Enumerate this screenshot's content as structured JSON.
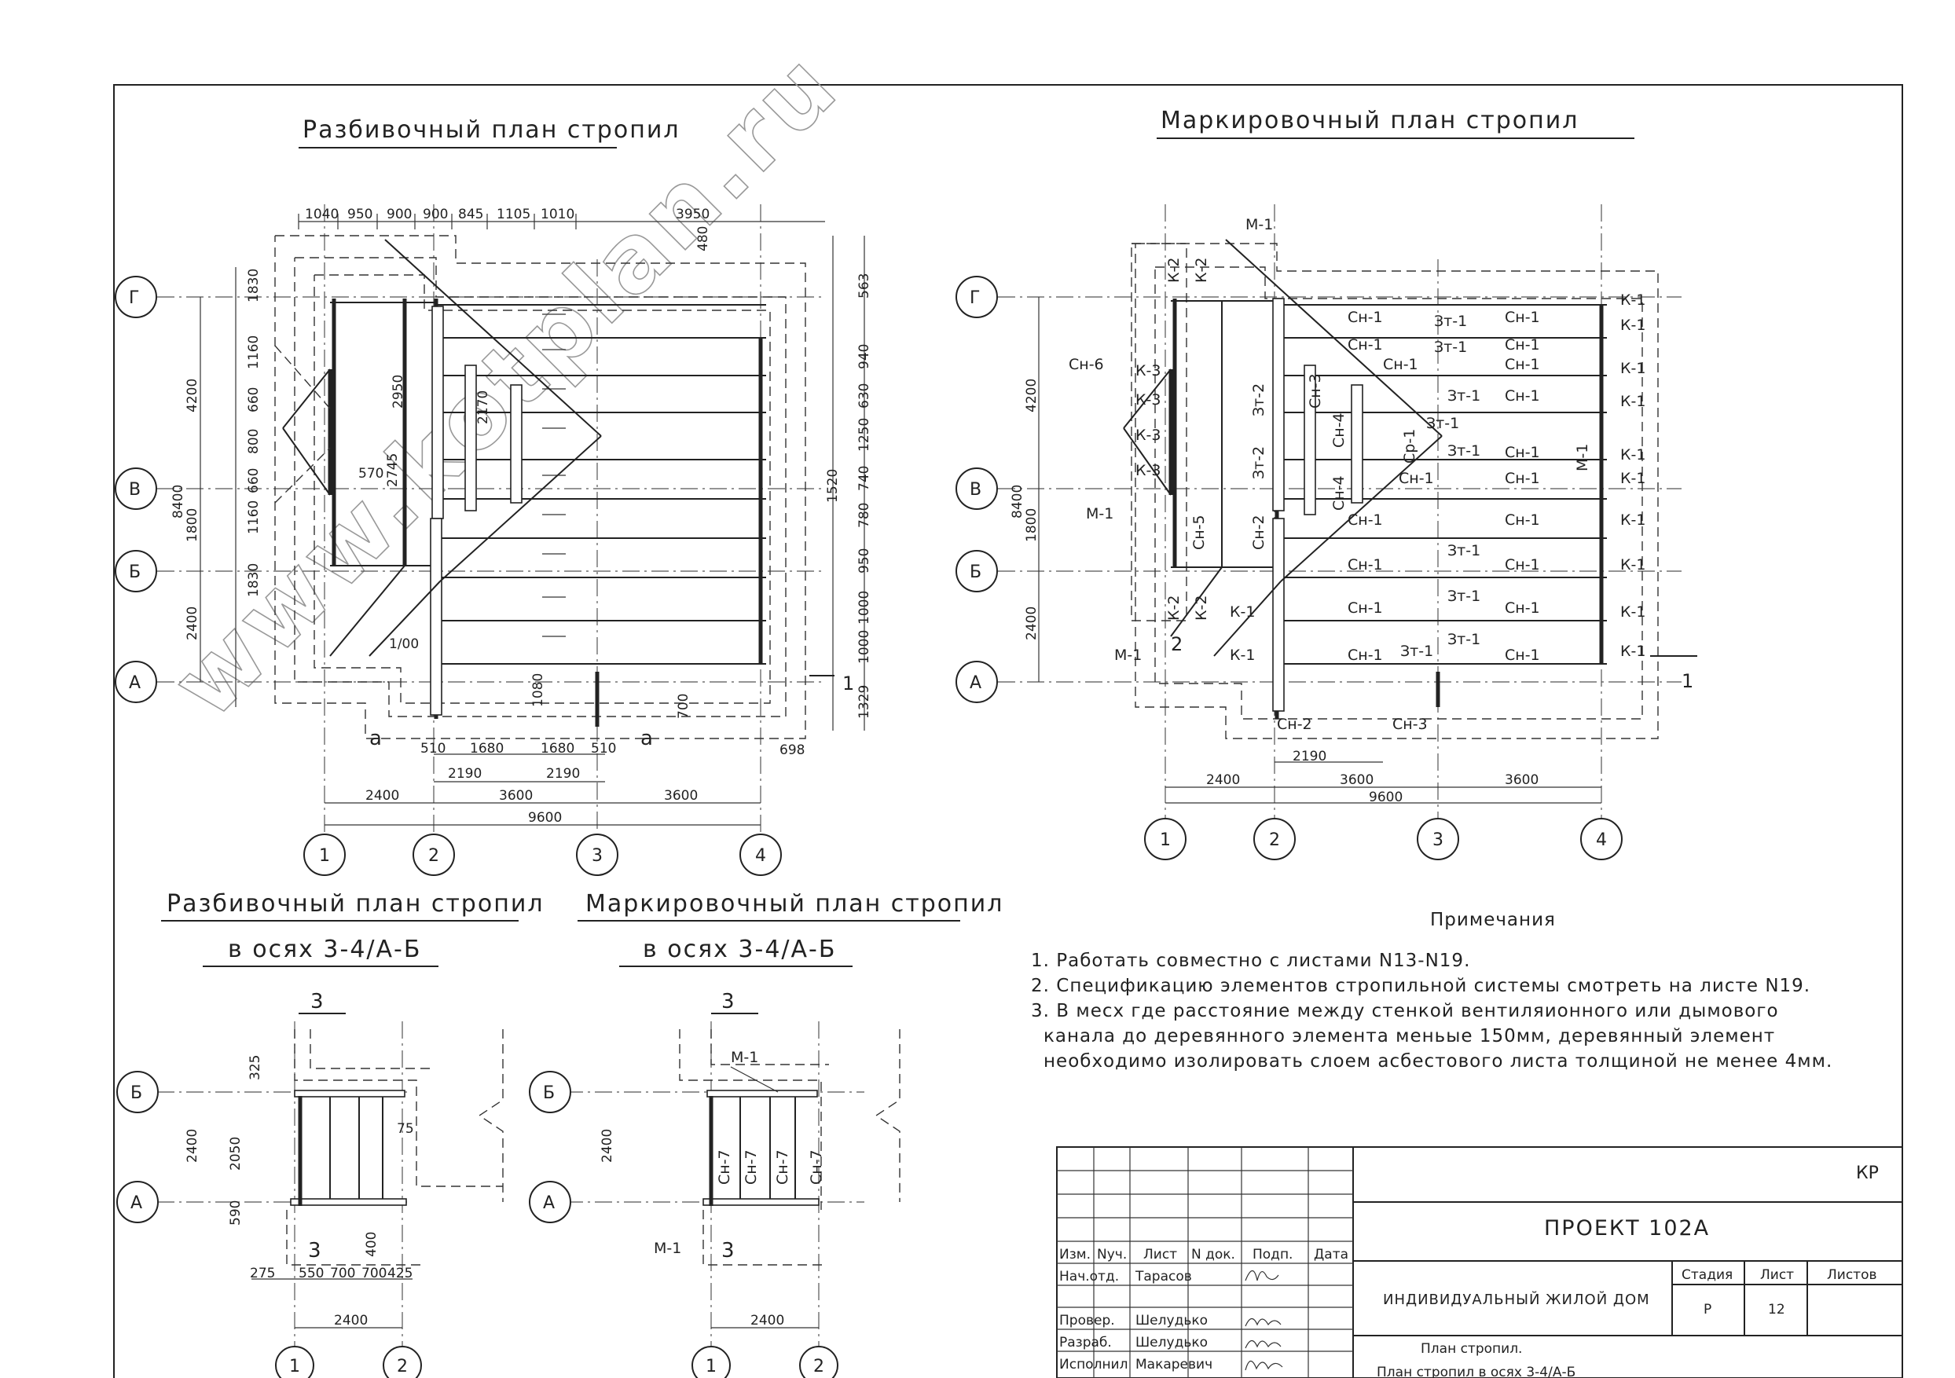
{
  "titles": {
    "main_left": "Разбивочный план стропил",
    "main_right": "Маркировочный план стропил",
    "small_left_1": "Разбивочный план стропил",
    "small_left_2": "в осях 3-4/А-Б",
    "small_right_1": "Маркировочный план стропил",
    "small_right_2": "в осях 3-4/А-Б"
  },
  "watermark": "www.kotplan.ru",
  "axes": {
    "rows": [
      "Г",
      "В",
      "Б",
      "А"
    ],
    "cols": [
      "1",
      "2",
      "3",
      "4"
    ]
  },
  "left_plan": {
    "top_dims": [
      "1040",
      "950",
      "900",
      "900",
      "845",
      "1105",
      "1010",
      "3950"
    ],
    "left_outer_dims": [
      "4200",
      "1800",
      "2400"
    ],
    "left_total": "8400",
    "left_inner_dims": [
      "1830",
      "1160",
      "660",
      "800",
      "660",
      "1160",
      "1830"
    ],
    "right_dims": [
      "563",
      "940",
      "630",
      "1250",
      "740",
      "780",
      "950",
      "1000",
      "1000",
      "1329"
    ],
    "bottom_row1": [
      "510",
      "1680",
      "1680",
      "510"
    ],
    "bottom_row2": [
      "2190",
      "2190"
    ],
    "bottom_row3": [
      "2400",
      "3600",
      "3600"
    ],
    "bottom_total": "9600",
    "misc": [
      "2950",
      "2170",
      "2745",
      "570",
      "480",
      "1080",
      "700",
      "698",
      "1520",
      "1/00",
      "a",
      "a",
      "1"
    ]
  },
  "right_plan": {
    "labels": [
      "М-1",
      "М-1",
      "М-1",
      "М-1",
      "Сн-6",
      "Сн-2",
      "Сн-3",
      "К-1",
      "К-2",
      "К-3",
      "Зт-1",
      "Зт-2",
      "Ср-1",
      "Сн-1",
      "Сн-4",
      "Сн-5"
    ],
    "left_outer_dims": [
      "4200",
      "1800",
      "2400"
    ],
    "left_total": "8400",
    "bottom_dims": [
      "2190",
      "2400",
      "3600",
      "3600"
    ],
    "bottom_total": "9600",
    "section_mark": "1",
    "section_mark_2": "2"
  },
  "small_left": {
    "row_axes": [
      "Б",
      "А"
    ],
    "col_axes": [
      "1",
      "2"
    ],
    "dims": [
      "325",
      "2400",
      "2050",
      "590",
      "75",
      "400",
      "275",
      "550",
      "700",
      "700",
      "425",
      "2400"
    ],
    "section": "3"
  },
  "small_right": {
    "row_axes": [
      "Б",
      "А"
    ],
    "col_axes": [
      "1",
      "2"
    ],
    "labels": [
      "М-1",
      "М-1",
      "Сн-7",
      "Сн-7",
      "Сн-7",
      "Сн-7"
    ],
    "dims": [
      "2400",
      "2400"
    ],
    "section": "3"
  },
  "notes": {
    "title": "Примечания",
    "items": [
      "1. Работать совместно с листами N13-N19.",
      "2. Спецификацию элементов стропильной системы смотреть на листе N19.",
      "3. В месх где расстояние между стенкой вентиляионного или дымового",
      "канала до деревянного элемента меньые 150мм, деревянный элемент",
      "необходимо изолировать слоем асбестового листа толщиной не менее 4мм."
    ]
  },
  "title_block": {
    "code": "КР",
    "project": "ПРОЕКТ 102А",
    "building": "ИНДИВИДУАЛЬНЫЙ ЖИЛОЙ ДОМ",
    "stage_header": "Стадия",
    "sheet_header": "Лист",
    "sheets_header": "Листов",
    "stage": "Р",
    "sheet": "12",
    "sheets": "",
    "col_headers": [
      "Изм.",
      "Nуч.",
      "Лист",
      "N док.",
      "Подп.",
      "Дата"
    ],
    "roles": [
      "Нач.отд.",
      "",
      "Провер.",
      "Разраб.",
      "Исполнил"
    ],
    "names": [
      "Тарасов",
      "",
      "Шелудько",
      "Шелудько",
      "Макаревич"
    ],
    "drawing_title_1": "План стропил.",
    "drawing_title_2": "План стропил в осях 3-4/А-Б"
  }
}
